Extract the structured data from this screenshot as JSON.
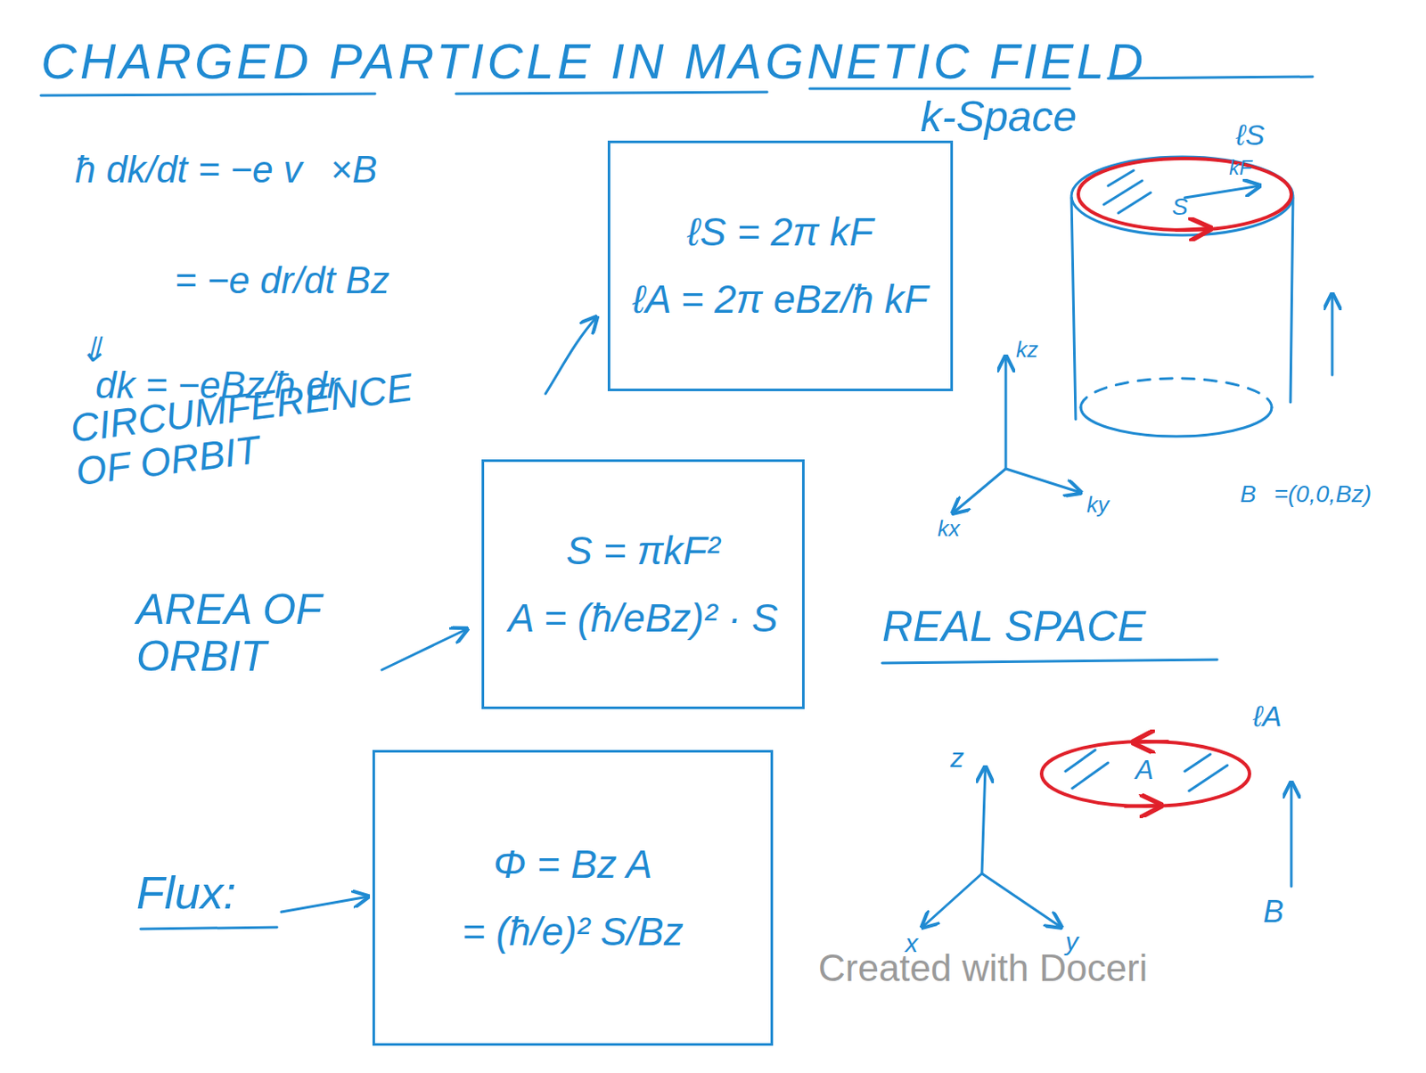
{
  "diagram": {
    "title": "CHARGED PARTICLE IN MAGNETIC FIELD",
    "nodes": [
      {
        "text": [
          "ℓS = 2π kF",
          "ℓA = 2π eBz/ħ kF"
        ]
      },
      {
        "text": [
          "S = πkF²",
          "A = (ħ/eBz)² · S"
        ]
      },
      {
        "text": [
          "Φ = Bz A",
          "= (ħ/e)² S/Bz"
        ]
      }
    ],
    "labels": [
      "ħ dk/dt = −e v⃗×B⃗",
      "= −e dr/dt Bz",
      "⇓",
      "dk = −eBz/ħ dr",
      "CIRCUMFERENCE OF ORBIT",
      "AREA OF ORBIT",
      "Flux:",
      "k-Space",
      "ℓS",
      "S",
      "kF",
      "kz",
      "kx",
      "ky",
      "B⃗=(0,0,Bz)",
      "REAL SPACE",
      "z",
      "x",
      "y",
      "ℓA",
      "A",
      "B",
      "Created with Doceri"
    ]
  }
}
